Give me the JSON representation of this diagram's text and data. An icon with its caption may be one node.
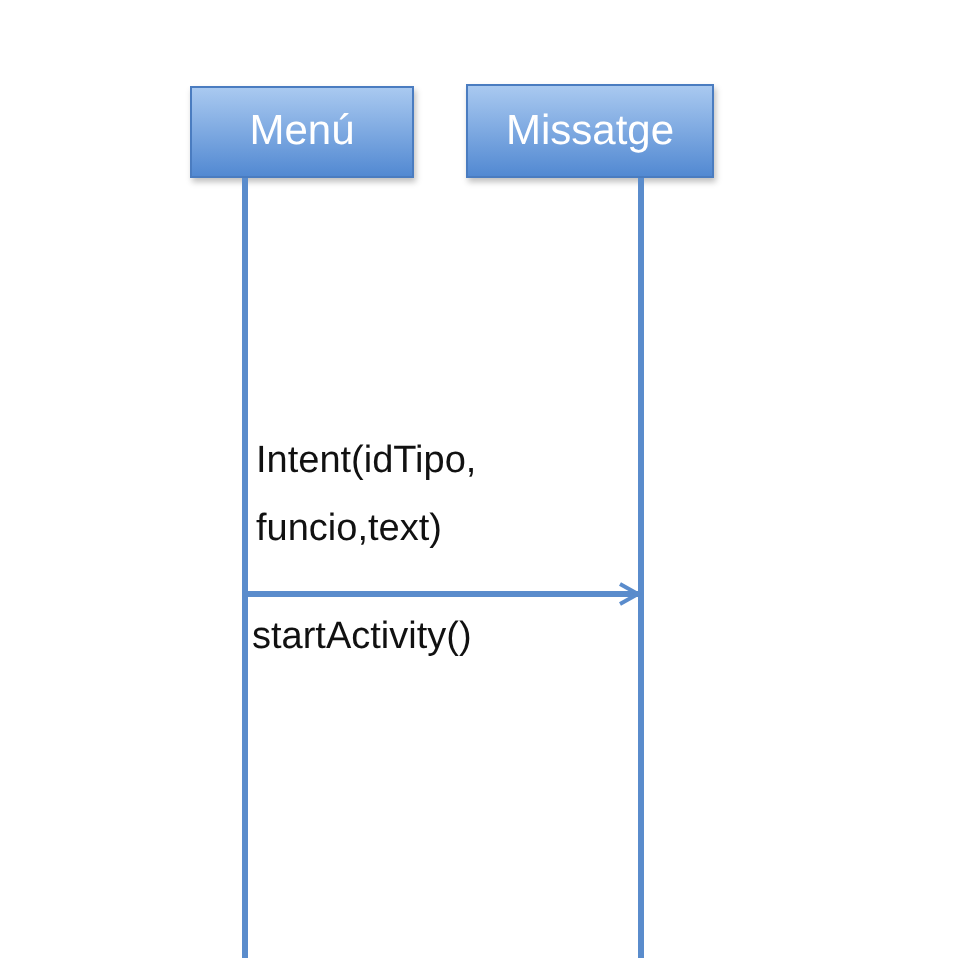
{
  "diagram": {
    "nodes": [
      {
        "text": [
          "Menú"
        ]
      },
      {
        "text": [
          "Missatge"
        ]
      },
      {
        "text": [],
        "shape": "bar"
      },
      {
        "text": [],
        "shape": "bar"
      }
    ],
    "edges": [
      {
        "from": 2,
        "to": 3,
        "arrow": "to",
        "label": "Intent(idTipo, funcio,text)"
      }
    ],
    "labels": [
      "startActivity()"
    ]
  }
}
